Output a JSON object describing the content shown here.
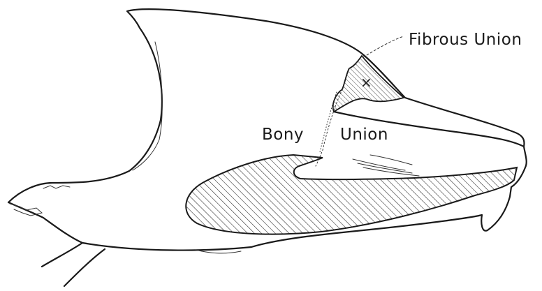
{
  "diagram": {
    "labels": {
      "fibrous_union": "Fibrous Union",
      "bony": "Bony",
      "union": "Union",
      "marker": "×"
    }
  }
}
